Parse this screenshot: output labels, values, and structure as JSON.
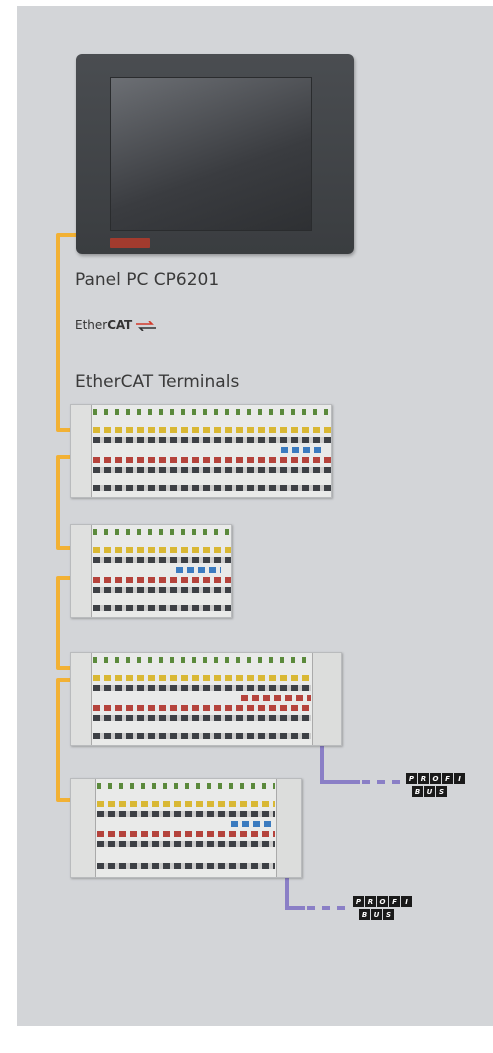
{
  "labels": {
    "panel_pc": "Panel PC CP6201",
    "ethercat_prefix": "Ether",
    "ethercat_suffix": "CAT",
    "terminals": "EtherCAT Terminals"
  },
  "profibus": {
    "top": [
      "P",
      "R",
      "O",
      "F",
      "I"
    ],
    "bottom": [
      "B",
      "U",
      "S"
    ]
  },
  "colors": {
    "ethercat_cable": "#f2b134",
    "profibus_cable": "#8a7fc6",
    "background": "#d3d5d8"
  }
}
